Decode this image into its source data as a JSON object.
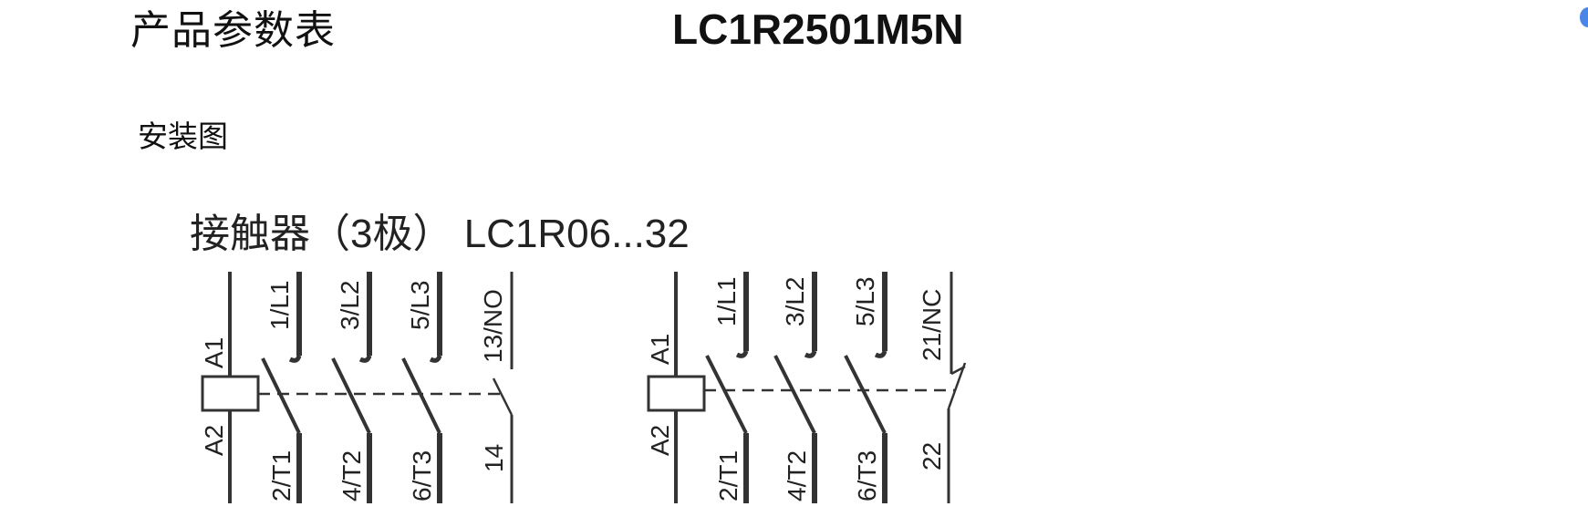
{
  "header": {
    "title": "产品参数表",
    "model": "LC1R2501M5N"
  },
  "section": {
    "heading": "安装图"
  },
  "diagram": {
    "title": "接触器（3极） LC1R06...32",
    "left": {
      "coil_top": "A1",
      "coil_bottom": "A2",
      "poles": [
        {
          "top": "1/L1",
          "bottom": "2/T1"
        },
        {
          "top": "3/L2",
          "bottom": "4/T2"
        },
        {
          "top": "5/L3",
          "bottom": "6/T3"
        }
      ],
      "aux": {
        "top": "13/NO",
        "bottom": "14"
      }
    },
    "right": {
      "coil_top": "A1",
      "coil_bottom": "A2",
      "poles": [
        {
          "top": "1/L1",
          "bottom": "2/T1"
        },
        {
          "top": "3/L2",
          "bottom": "4/T2"
        },
        {
          "top": "5/L3",
          "bottom": "6/T3"
        }
      ],
      "aux": {
        "top": "21/NC",
        "bottom": "22"
      }
    }
  },
  "colors": {
    "line": "#333333",
    "text": "#111111",
    "marker": "#4a86e8"
  }
}
